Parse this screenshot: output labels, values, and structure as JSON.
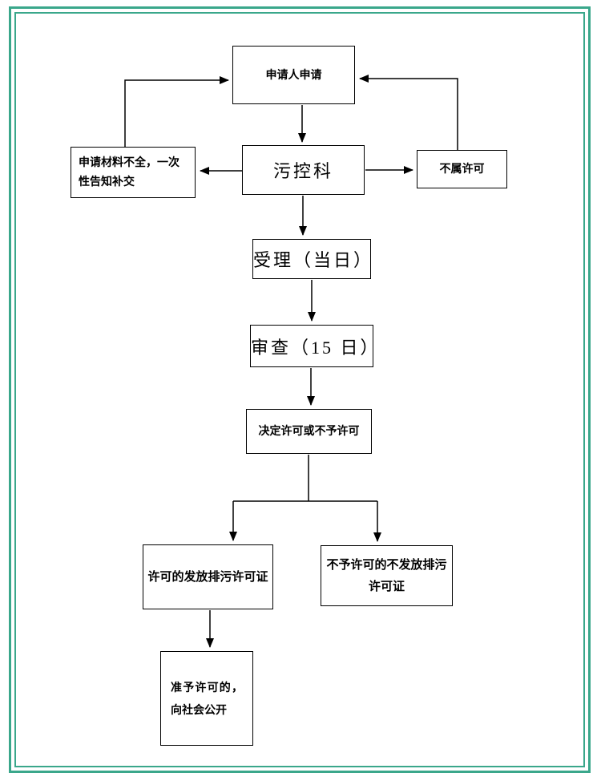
{
  "page": {
    "background": "#ffffff",
    "frame_color": "#3aa78b",
    "line_color": "#000000"
  },
  "flowchart": {
    "nodes": {
      "applicant": "申请人申请",
      "pollution_control": "污控科",
      "incomplete": "申请材料不全，一次性告知补交",
      "not_permit": "不属许可",
      "accept": "受理（当日）",
      "review": "审查（15 日）",
      "decision": "决定许可或不予许可",
      "grant": "许可的发放排污许可证",
      "deny": "不予许可的不发放排污许可证",
      "publish": "准予许可的，向社会公开"
    }
  }
}
